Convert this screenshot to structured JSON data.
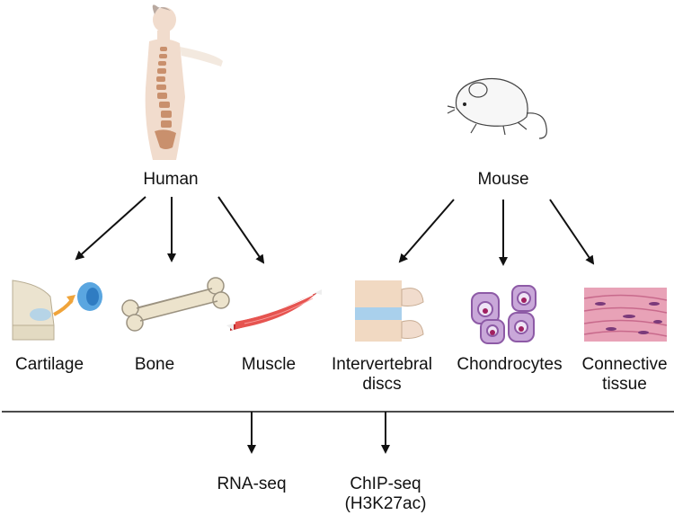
{
  "sources": [
    {
      "name": "human",
      "label": "Human",
      "illustration": "human-spine-illustration"
    },
    {
      "name": "mouse",
      "label": "Mouse",
      "illustration": "mouse-illustration"
    }
  ],
  "tissues": [
    {
      "name": "cartilage",
      "label": "Cartilage",
      "icon": "knee-joint-icon",
      "source": "human"
    },
    {
      "name": "bone",
      "label": "Bone",
      "icon": "bone-icon",
      "source": "human"
    },
    {
      "name": "muscle",
      "label": "Muscle",
      "icon": "muscle-icon",
      "source": "human"
    },
    {
      "name": "intervertebral-discs",
      "label": "Intervertebral\ndiscs",
      "icon": "spinal-disc-icon",
      "source": "mouse"
    },
    {
      "name": "chondrocytes",
      "label": "Chondrocytes",
      "icon": "chondrocyte-cells-icon",
      "source": "mouse"
    },
    {
      "name": "connective-tissue",
      "label": "Connective\ntissue",
      "icon": "connective-tissue-icon",
      "source": "mouse"
    }
  ],
  "assays": [
    {
      "name": "rna-seq",
      "label": "RNA-seq"
    },
    {
      "name": "chip-seq",
      "label": "ChIP-seq\n(H3K27ac)"
    }
  ],
  "colors": {
    "arrow": "#111111",
    "skin": "#f1dccd",
    "bone": "#ece3cc",
    "muscle": "#d93a35",
    "cell": "#c9a8d9",
    "tissue": "#e8a2b7",
    "disc": "#a9d0ec"
  }
}
